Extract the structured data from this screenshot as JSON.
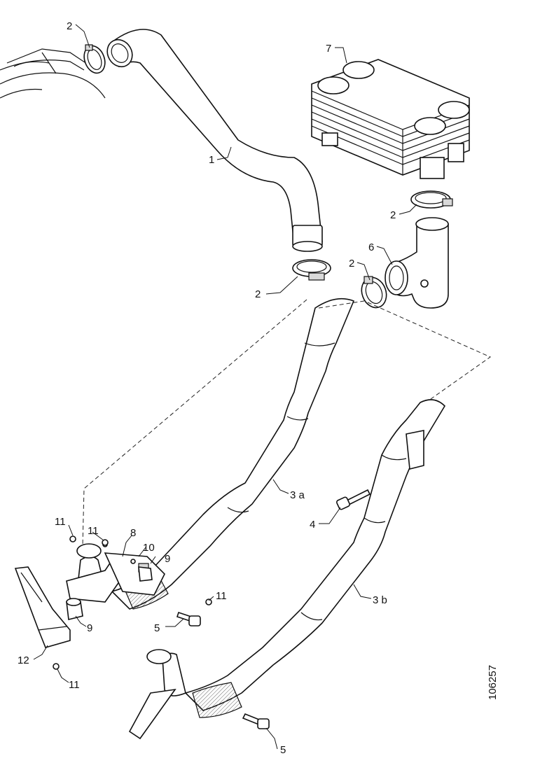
{
  "callouts": {
    "c1": "1",
    "c2a": "2",
    "c2b": "2",
    "c2c": "2",
    "c2d": "2",
    "c3a": "3 a",
    "c3b": "3 b",
    "c4": "4",
    "c5a": "5",
    "c5b": "5",
    "c6": "6",
    "c7": "7",
    "c8": "8",
    "c9a": "9",
    "c9b": "9",
    "c10": "10",
    "c11a": "11",
    "c11b": "11",
    "c11c": "11",
    "c11d": "11",
    "c12": "12"
  },
  "figure_number": "106257"
}
